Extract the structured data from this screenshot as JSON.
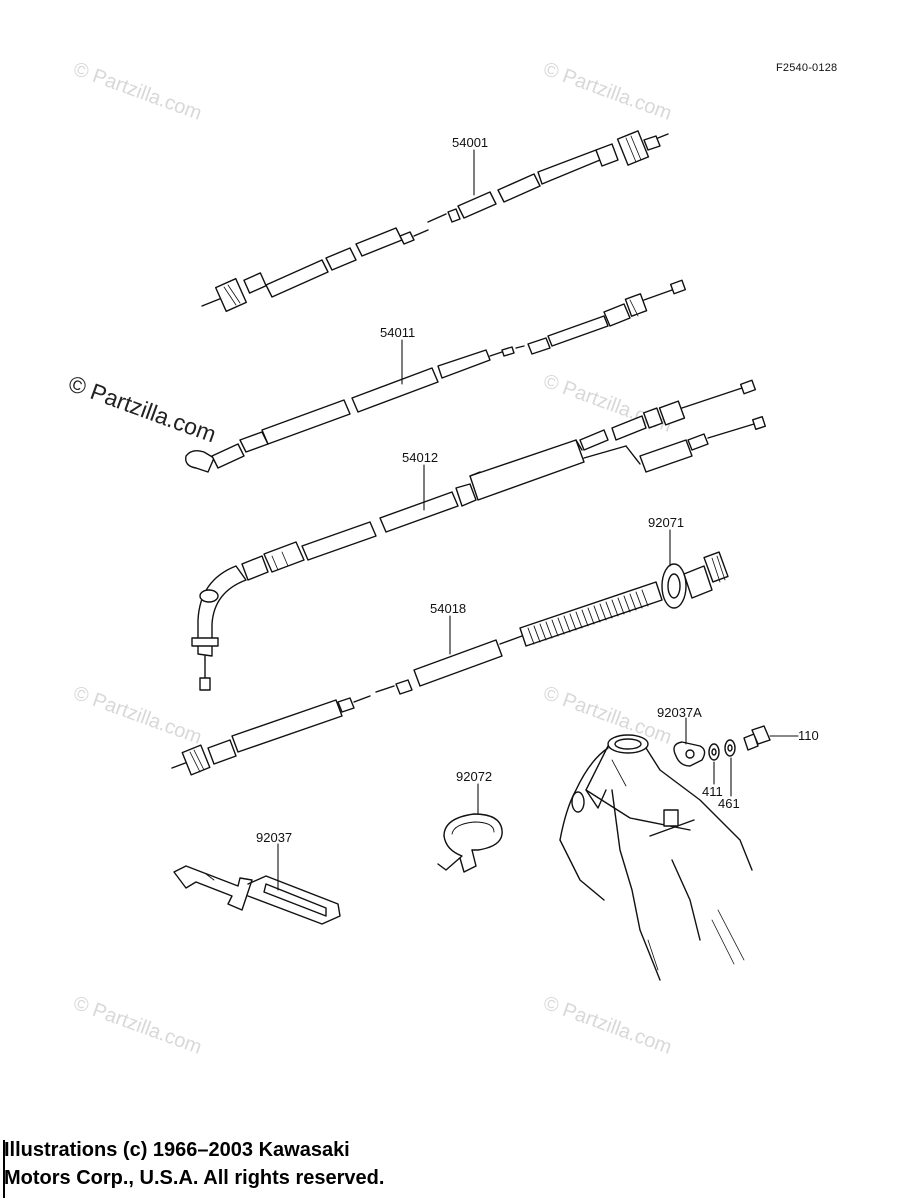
{
  "figure_code": "F2540-0128",
  "watermarks": [
    {
      "text": "© Partzilla.com",
      "style": "light"
    },
    {
      "text": "© Partzilla.com",
      "style": "light"
    },
    {
      "text": "© Partzilla.com",
      "style": "dark"
    },
    {
      "text": "© Partzilla.com",
      "style": "light"
    },
    {
      "text": "© Partzilla.com",
      "style": "light"
    },
    {
      "text": "© Partzilla.com",
      "style": "light"
    },
    {
      "text": "© Partzilla.com",
      "style": "light"
    },
    {
      "text": "© Partzilla.com",
      "style": "light"
    }
  ],
  "parts": {
    "p54001": "54001",
    "p54011": "54011",
    "p54012": "54012",
    "p92071": "92071",
    "p54018": "54018",
    "p92037A": "92037A",
    "p110": "110",
    "p411": "411",
    "p461": "461",
    "p92072": "92072",
    "p92037": "92037"
  },
  "copyright": {
    "line1": "Illustrations (c) 1966–2003 Kawasaki",
    "line2": "Motors Corp., U.S.A.  All rights reserved."
  }
}
